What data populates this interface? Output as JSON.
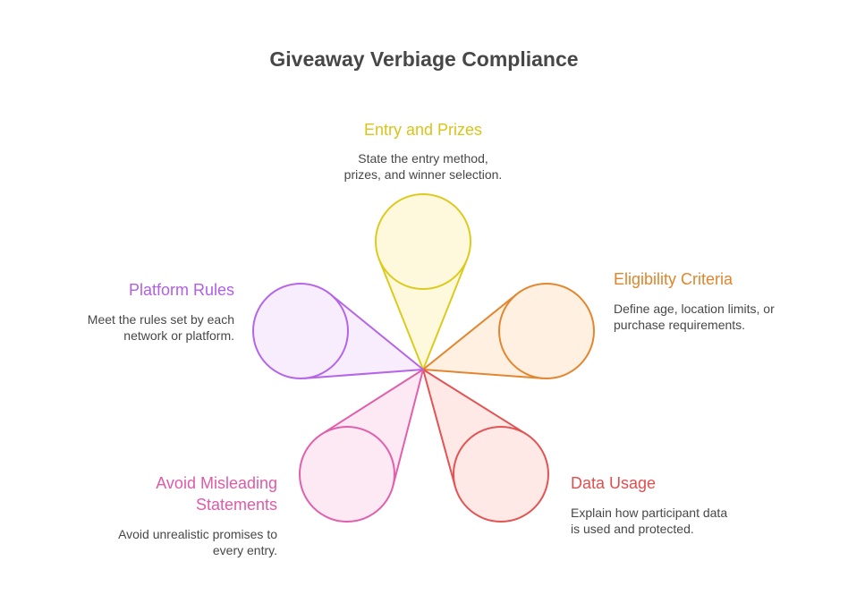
{
  "title": "Giveaway Verbiage Compliance",
  "items": [
    {
      "heading": "Entry and Prizes",
      "desc1": "State the entry method,",
      "desc2": "prizes, and winner selection.",
      "stroke": "#dccb1e",
      "fill": "#fef9dc",
      "heading_color": "#d9c419"
    },
    {
      "heading": "Eligibility Criteria",
      "desc1": "Define age, location limits, or",
      "desc2": "purchase requirements.",
      "stroke": "#e2872f",
      "fill": "#fff0e1",
      "heading_color": "#e0852c"
    },
    {
      "heading": "Data Usage",
      "desc1": "Explain how participant data",
      "desc2": "is used and protected.",
      "stroke": "#e25454",
      "fill": "#ffe9e7",
      "heading_color": "#e04f4f"
    },
    {
      "heading1": "Avoid Misleading",
      "heading2": "Statements",
      "desc1": "Avoid unrealistic promises to",
      "desc2": "every entry.",
      "stroke": "#e060ac",
      "fill": "#fde9f4",
      "heading_color": "#de5ba8"
    },
    {
      "heading": "Platform Rules",
      "desc1": "Meet the rules set by each",
      "desc2": "network or platform.",
      "stroke": "#b565e8",
      "fill": "#f7edfd",
      "heading_color": "#b25ee6"
    }
  ]
}
